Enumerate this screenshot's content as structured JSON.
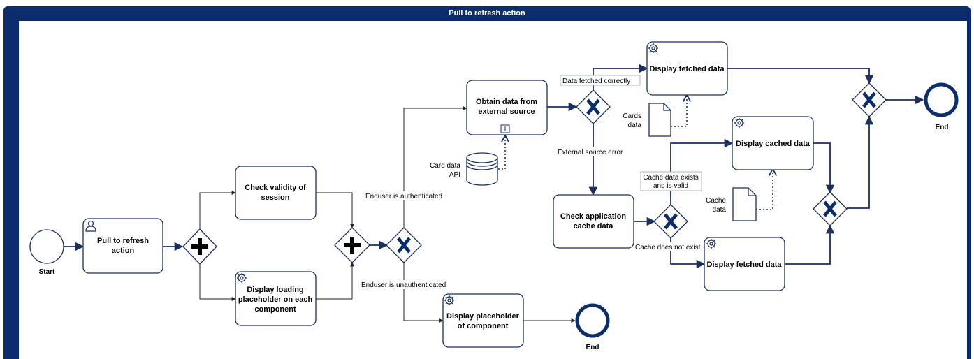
{
  "pool": {
    "title": "Pull to refresh action"
  },
  "events": {
    "start": "Start",
    "end_main": "End",
    "end_unauth": "End"
  },
  "tasks": {
    "pull": [
      "Pull to refresh",
      "action"
    ],
    "check_session": [
      "Check validity of",
      "session"
    ],
    "display_loading": [
      "Display loading",
      "placeholder on each",
      "component"
    ],
    "obtain": [
      "Obtain data from",
      "external source"
    ],
    "display_placeholder": [
      "Display placeholder",
      "of component"
    ],
    "display_fetched_top": [
      "Display fetched data"
    ],
    "check_cache": [
      "Check application",
      "cache data"
    ],
    "display_cached": [
      "Display cached data"
    ],
    "display_fetched_bottom": [
      "Display fetched data"
    ]
  },
  "data_objects": {
    "card_api": [
      "Card data",
      "API"
    ],
    "cards_data": [
      "Cards",
      "data"
    ],
    "cache_data": [
      "Cache",
      "data"
    ]
  },
  "flow_labels": {
    "authenticated": "Enduser is authenticated",
    "unauthenticated": "Enduser is unauthenticated",
    "fetched_ok": "Data fetched correctly",
    "ext_error": "External source error",
    "cache_valid": [
      "Cache data exists",
      "and is valid"
    ],
    "cache_missing": "Cache does not exist"
  },
  "colors": {
    "pool": "#0b2d6b",
    "stroke": "#1c2f5e"
  },
  "icons": {
    "user_task": "user-icon",
    "service_task": "gear-icon",
    "subprocess": "plus-box-icon"
  }
}
